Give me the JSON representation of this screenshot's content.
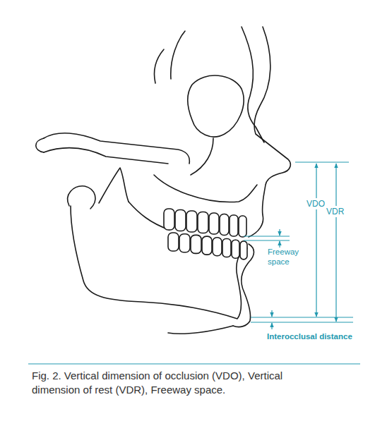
{
  "diagram": {
    "caption": "Fig. 2. Vertical dimension of occlusion (VDO), Vertical dimension of rest (VDR), Freeway space.",
    "labels": [
      "VDO",
      "VDR",
      "Freeway space",
      "Interocclusal distance"
    ]
  }
}
